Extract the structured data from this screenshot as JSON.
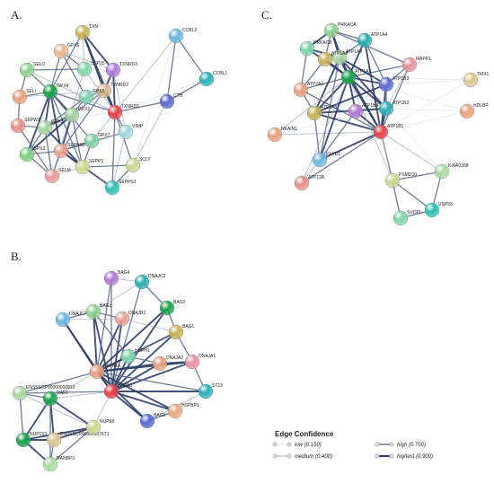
{
  "panels": [
    {
      "id": "A",
      "label": "A.",
      "nodes": [
        {
          "id": "TXN",
          "color": "#c8b45a"
        },
        {
          "id": "GPX6",
          "color": "#e9b98f"
        },
        {
          "id": "SELO",
          "color": "#8fd18f"
        },
        {
          "id": "SEP15",
          "color": "#7fd6a8"
        },
        {
          "id": "TXNRD3",
          "color": "#b07ad6"
        },
        {
          "id": "CCBL2",
          "color": "#6fb6e0"
        },
        {
          "id": "CCBL1",
          "color": "#2ab0b8"
        },
        {
          "id": "SELI",
          "color": "#e8a080"
        },
        {
          "id": "GPX4",
          "color": "#1aa34a"
        },
        {
          "id": "GPX1",
          "color": "#9fd09f"
        },
        {
          "id": "TXNRD2",
          "color": "#d8b890"
        },
        {
          "id": "TXNRD1",
          "color": "#e8404a"
        },
        {
          "id": "CTH",
          "color": "#5a6ad0"
        },
        {
          "id": "SEPW1",
          "color": "#e8908a"
        },
        {
          "id": "GPX3",
          "color": "#a8d8a0"
        },
        {
          "id": "SEPHS2",
          "color": "#e8a090"
        },
        {
          "id": "SEPP1",
          "color": "#cfd88a"
        },
        {
          "id": "GPX7",
          "color": "#7fd0a0"
        },
        {
          "id": "VIMP",
          "color": "#a0d8e0"
        },
        {
          "id": "SCLY",
          "color": "#c8d890"
        },
        {
          "id": "GPX2",
          "color": "#80d080"
        },
        {
          "id": "SEPHS1",
          "color": "#2ac0b0"
        },
        {
          "id": "SELM",
          "color": "#e89a9a"
        },
        {
          "id": "GPX5",
          "color": "#80d0b0"
        }
      ]
    },
    {
      "id": "B",
      "label": "B.",
      "nodes": [
        {
          "id": "BAG4",
          "color": "#b07ad6"
        },
        {
          "id": "DNAJC2",
          "color": "#2ab0b0"
        },
        {
          "id": "BAG2",
          "color": "#1aa34a"
        },
        {
          "id": "DNAJC7",
          "color": "#6fb6e0"
        },
        {
          "id": "BAG3",
          "color": "#8fd18f"
        },
        {
          "id": "DNAJB2",
          "color": "#e8a090"
        },
        {
          "id": "BAG1",
          "color": "#c8b45a"
        },
        {
          "id": "HSPH1",
          "color": "#7fd6a8"
        },
        {
          "id": "DNAJA1",
          "color": "#e890a0"
        },
        {
          "id": "DNAJA2",
          "color": "#e8a080"
        },
        {
          "id": "HSPA1A",
          "color": "#e8a080"
        },
        {
          "id": "HSPA8",
          "color": "#e8404a"
        },
        {
          "id": "ST13",
          "color": "#2ab0b8"
        },
        {
          "id": "HSPBP1",
          "color": "#e8a880"
        },
        {
          "id": "BAG5",
          "color": "#5a6ad0"
        },
        {
          "id": "ENSSSCP00000000819",
          "color": "#a8d8a0"
        },
        {
          "id": "RAE1",
          "color": "#1aa34a"
        },
        {
          "id": "NUP153",
          "color": "#1aa34a"
        },
        {
          "id": "ENSSSCP00000027671",
          "color": "#d8c890"
        },
        {
          "id": "NUP98",
          "color": "#cfd88a"
        },
        {
          "id": "RANBP3",
          "color": "#a8d8a0"
        }
      ]
    },
    {
      "id": "C",
      "label": "C.",
      "nodes": [
        {
          "id": "PRKACA",
          "color": "#8fd18f"
        },
        {
          "id": "PRKACB",
          "color": "#7fd6a8"
        },
        {
          "id": "ATP1A4",
          "color": "#2ab0b0"
        },
        {
          "id": "ATP1A2",
          "color": "#a8d8a0"
        },
        {
          "id": "ATP1A1",
          "color": "#1aa34a"
        },
        {
          "id": "MAPK1",
          "color": "#e8909a"
        },
        {
          "id": "ATP2A1",
          "color": "#e8a080"
        },
        {
          "id": "ATP1B3",
          "color": "#5a6ad0"
        },
        {
          "id": "TMX1",
          "color": "#d8c890"
        },
        {
          "id": "ATP1A3",
          "color": "#c8b45a"
        },
        {
          "id": "ATP1B4",
          "color": "#b07ad6"
        },
        {
          "id": "ATP1B2",
          "color": "#2ab0b8"
        },
        {
          "id": "HDLBP",
          "color": "#e8a080"
        },
        {
          "id": "ATP1B1",
          "color": "#e8404a"
        },
        {
          "id": "NKAIN1",
          "color": "#e8a080"
        },
        {
          "id": "FXYD1",
          "color": "#6fb6e0"
        },
        {
          "id": "ATP12A",
          "color": "#e8908a"
        },
        {
          "id": "PSMD10",
          "color": "#c8d890"
        },
        {
          "id": "KIAA0368",
          "color": "#a8d8a0"
        },
        {
          "id": "USP33",
          "color": "#2ac0b0"
        },
        {
          "id": "SVOPL",
          "color": "#7fd6a8"
        },
        {
          "id": "ATP1A3b",
          "label": "ATP1A3",
          "color": "#c8b45a"
        }
      ]
    }
  ],
  "legend": {
    "title": "Edge Confidence",
    "items": [
      {
        "label": "low (0.150)",
        "stroke": "#d0d6e0",
        "width": 0.6
      },
      {
        "label": "medium (0.400)",
        "stroke": "#a8b4c8",
        "width": 1.0
      },
      {
        "label": "high (0.700)",
        "stroke": "#6e7e9c",
        "width": 1.6
      },
      {
        "label": "highest (0.900)",
        "stroke": "#2e3e6a",
        "width": 2.2
      }
    ]
  }
}
